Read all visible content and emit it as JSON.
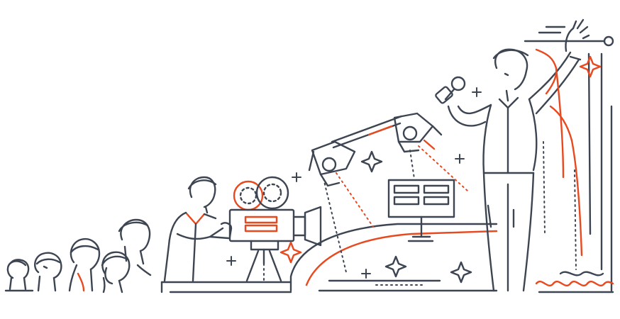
{
  "illustration": {
    "style": "line-art",
    "colors": {
      "ink": "#3d4552",
      "accent": "#e8491f",
      "background": "#ffffff"
    },
    "icons": [
      "audience",
      "cameraman",
      "film-camera",
      "spotlight",
      "spotlight",
      "monitor-screen",
      "stage",
      "performer-with-microphone",
      "stage-curtain",
      "sparkle"
    ]
  }
}
